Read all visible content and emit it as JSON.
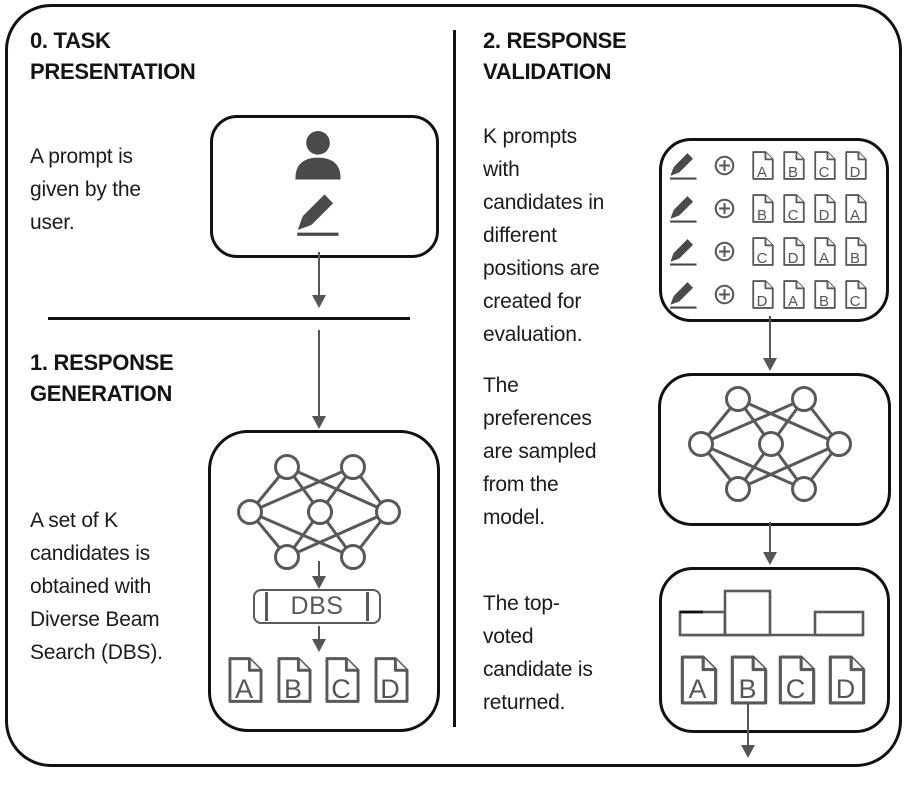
{
  "sections": {
    "task": {
      "title": "0. TASK\nPRESENTATION",
      "body": "A prompt is\ngiven by the\nuser."
    },
    "generation": {
      "title": "1. RESPONSE\nGENERATION",
      "body": "A set of K\ncandidates is\nobtained with\nDiverse Beam\nSearch (DBS).",
      "dbs_label": "DBS",
      "candidate_docs": [
        "A",
        "B",
        "C",
        "D"
      ]
    },
    "validation": {
      "title": "2. RESPONSE\nVALIDATION",
      "body_prompts": "K prompts\nwith\ncandidates in\ndifferent\npositions are\ncreated for\nevaluation.",
      "body_sampling": "The\npreferences\nare sampled\nfrom the\nmodel.",
      "body_result": "The top-\nvoted\ncandidate is\nreturned.",
      "prompt_rows": [
        [
          "A",
          "B",
          "C",
          "D"
        ],
        [
          "B",
          "C",
          "D",
          "A"
        ],
        [
          "C",
          "D",
          "A",
          "B"
        ],
        [
          "D",
          "A",
          "B",
          "C"
        ]
      ],
      "result_docs": [
        "A",
        "B",
        "C",
        "D"
      ],
      "histogram": {
        "categories": [
          "A",
          "B",
          "C",
          "D"
        ],
        "relative_heights": [
          0.52,
          1,
          0,
          0.52
        ],
        "top_voted": "B"
      }
    }
  },
  "icons": {
    "person": "person-icon",
    "pencil": "pencil-icon",
    "plus_circle": "plus-circle-icon",
    "neural_network": "neural-network-icon",
    "document": "document-icon",
    "arrow_down": "arrow-down-icon",
    "histogram": "histogram-icon"
  },
  "colors": {
    "frame_black": "#111111",
    "icon_gray": "#58595B",
    "icon_fill_gray": "#4a4a4a",
    "arrow_gray": "#555555",
    "text_black": "#141414"
  }
}
